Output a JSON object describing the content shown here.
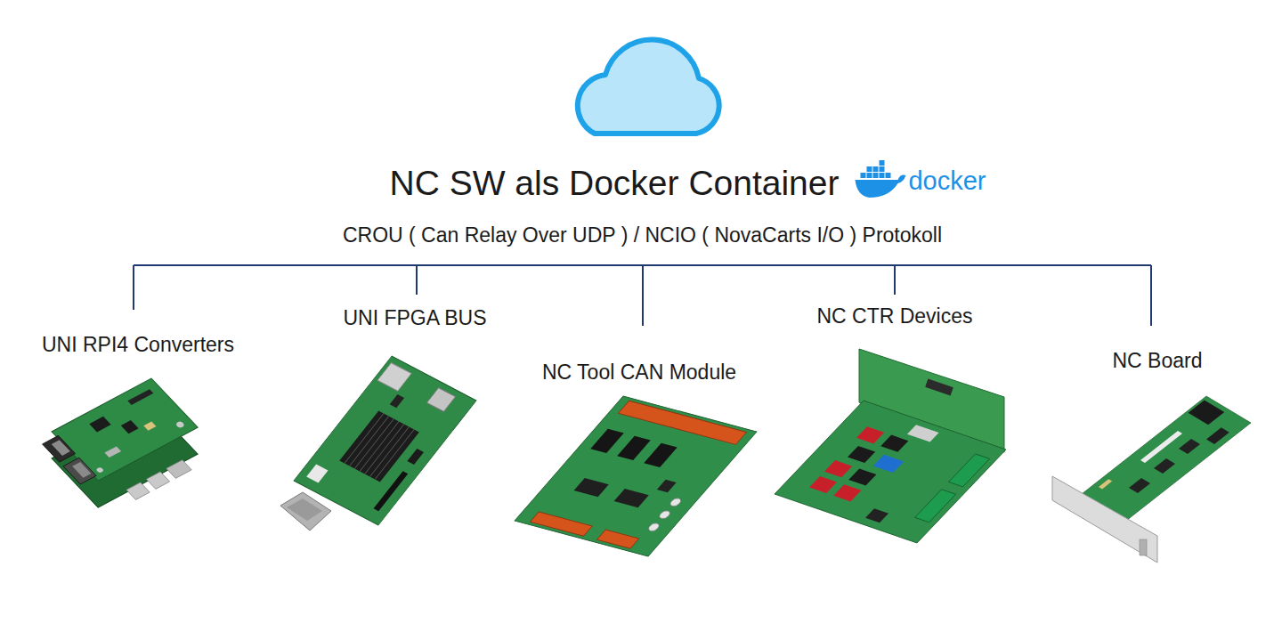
{
  "diagram": {
    "title": "NC SW als Docker Container",
    "nodes": [
      {
        "text": [
          "CROU ( Can Relay Over UDP ) / NCIO ( NovaCarts I/O ) Protokoll"
        ]
      },
      {
        "text": [
          "UNI RPI4 Converters"
        ]
      },
      {
        "text": [
          "UNI FPGA BUS"
        ]
      },
      {
        "text": [
          "NC Tool CAN Module"
        ]
      },
      {
        "text": [
          "NC CTR Devices"
        ]
      },
      {
        "text": [
          "NC Board"
        ]
      }
    ],
    "edges": [
      {
        "from": 0,
        "to": 1,
        "arrow": "none"
      },
      {
        "from": 0,
        "to": 2,
        "arrow": "none"
      },
      {
        "from": 0,
        "to": 3,
        "arrow": "none"
      },
      {
        "from": 0,
        "to": 4,
        "arrow": "none"
      },
      {
        "from": 0,
        "to": 5,
        "arrow": "none"
      }
    ],
    "labels": [
      "docker"
    ]
  }
}
